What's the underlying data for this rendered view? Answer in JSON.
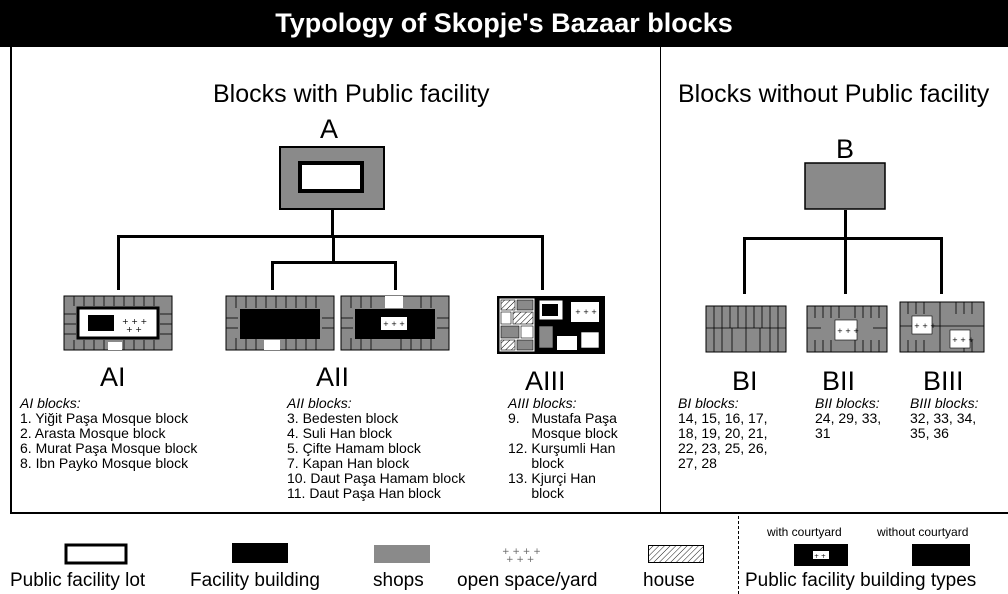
{
  "title": "Typology of Skopje's Bazaar blocks",
  "groups": {
    "with": {
      "heading": "Blocks with Public facility",
      "letter": "A"
    },
    "without": {
      "heading": "Blocks without Public facility",
      "letter": "B"
    }
  },
  "types": {
    "AI": {
      "label": "AI",
      "list_head": "AI blocks:",
      "items": [
        "1. Yiğit Paşa Mosque block",
        "2. Arasta Mosque block",
        "6. Murat Paşa Mosque block",
        "8. Ibn Payko Mosque block"
      ]
    },
    "AII": {
      "label": "AII",
      "list_head": "AII blocks:",
      "items": [
        "3. Bedesten block",
        "4. Suli Han block",
        "5. Çifte Hamam block",
        "7. Kapan Han block",
        "10. Daut Paşa Hamam block",
        "11. Daut Paşa Han block"
      ]
    },
    "AIII": {
      "label": "AIII",
      "list_head": "AIII blocks:",
      "items": [
        "9.   Mustafa Paşa",
        "      Mosque block",
        "12. Kurşumli Han",
        "      block",
        "13. Kjurçi Han",
        "      block"
      ]
    },
    "BI": {
      "label": "BI",
      "list_head": "BI blocks:",
      "items": [
        "14, 15, 16, 17,",
        "18, 19, 20, 21,",
        "22, 23, 25, 26,",
        "27, 28"
      ]
    },
    "BII": {
      "label": "BII",
      "list_head": "BII blocks:",
      "items": [
        "24, 29, 33,",
        "31"
      ]
    },
    "BIII": {
      "label": "BIII",
      "list_head": "BIII blocks:",
      "items": [
        "32, 33, 34,",
        "35, 36"
      ]
    }
  },
  "legend": {
    "public_facility_lot": "Public facility lot",
    "facility_building": "Facility building",
    "shops": "shops",
    "open_space": "open space/yard",
    "house": "house",
    "building_types": "Public facility building types",
    "with_courtyard": "with courtyard",
    "without_courtyard": "without courtyard"
  },
  "colors": {
    "shop": "#8a8a8a",
    "facility": "#000000",
    "lot": "#ffffff",
    "title_bg": "#000000"
  }
}
